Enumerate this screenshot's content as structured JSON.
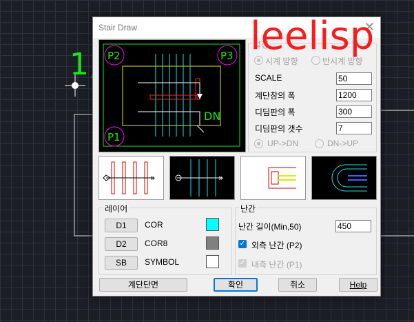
{
  "canvas": {
    "text": "1,"
  },
  "dialog": {
    "title": "Stair Draw",
    "overlay_text": "leelisp",
    "preview": {
      "p1": "P1",
      "p2": "P2",
      "p3": "P3",
      "dn": "DN"
    },
    "settings": {
      "group_label": "설정",
      "radio1": "시계 방향",
      "radio2": "반시계 방향",
      "fields": [
        {
          "label": "SCALE",
          "value": "50"
        },
        {
          "label": "계단참의 폭",
          "value": "1200"
        },
        {
          "label": "디딤판의 폭",
          "value": "300"
        },
        {
          "label": "디딤판의 갯수",
          "value": "7"
        }
      ],
      "dir1": "UP->DN",
      "dir2": "DN->UP"
    },
    "layer": {
      "group_label": "레이어",
      "rows": [
        {
          "button": "D1",
          "name": "COR",
          "color": "#00ffff"
        },
        {
          "button": "D2",
          "name": "COR8",
          "color": "#808080"
        },
        {
          "button": "SB",
          "name": "SYMBOL",
          "color": "#ffffff"
        }
      ]
    },
    "railing": {
      "group_label": "난간",
      "length_label": "난간 길이(Min,50)",
      "length_value": "450",
      "outer_label": "외측 난간 (P2)",
      "inner_label": "내측 난간 (P1)"
    },
    "buttons": {
      "section": "계단단면",
      "ok": "확인",
      "cancel": "취소",
      "help": "Help"
    }
  }
}
